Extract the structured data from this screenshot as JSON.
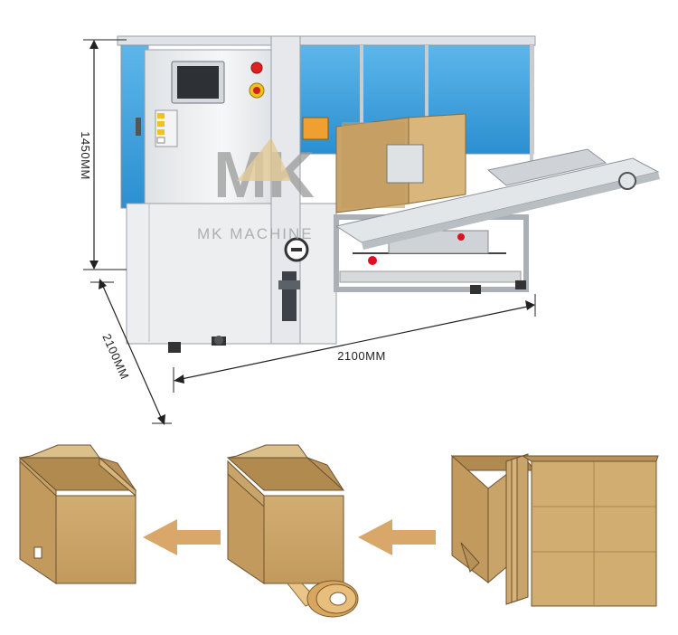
{
  "dimensions": {
    "height_label": "1450MM",
    "depth_label": "2100MM",
    "width_label": "2100MM"
  },
  "watermark": {
    "logo_letters": "MK",
    "text": "MK MACHINE"
  },
  "colors": {
    "cardboard": "#c9a46a",
    "cardboard_dark": "#b08a4f",
    "cardboard_light": "#dcc08c",
    "arrow": "#d9a76a",
    "machine_panel": "#eef0f2",
    "machine_glass": "#3aa0dd",
    "accent_red": "#e02020"
  },
  "process_steps": [
    {
      "name": "flat-carton"
    },
    {
      "name": "opened-carton-taped"
    },
    {
      "name": "formed-carton"
    }
  ]
}
